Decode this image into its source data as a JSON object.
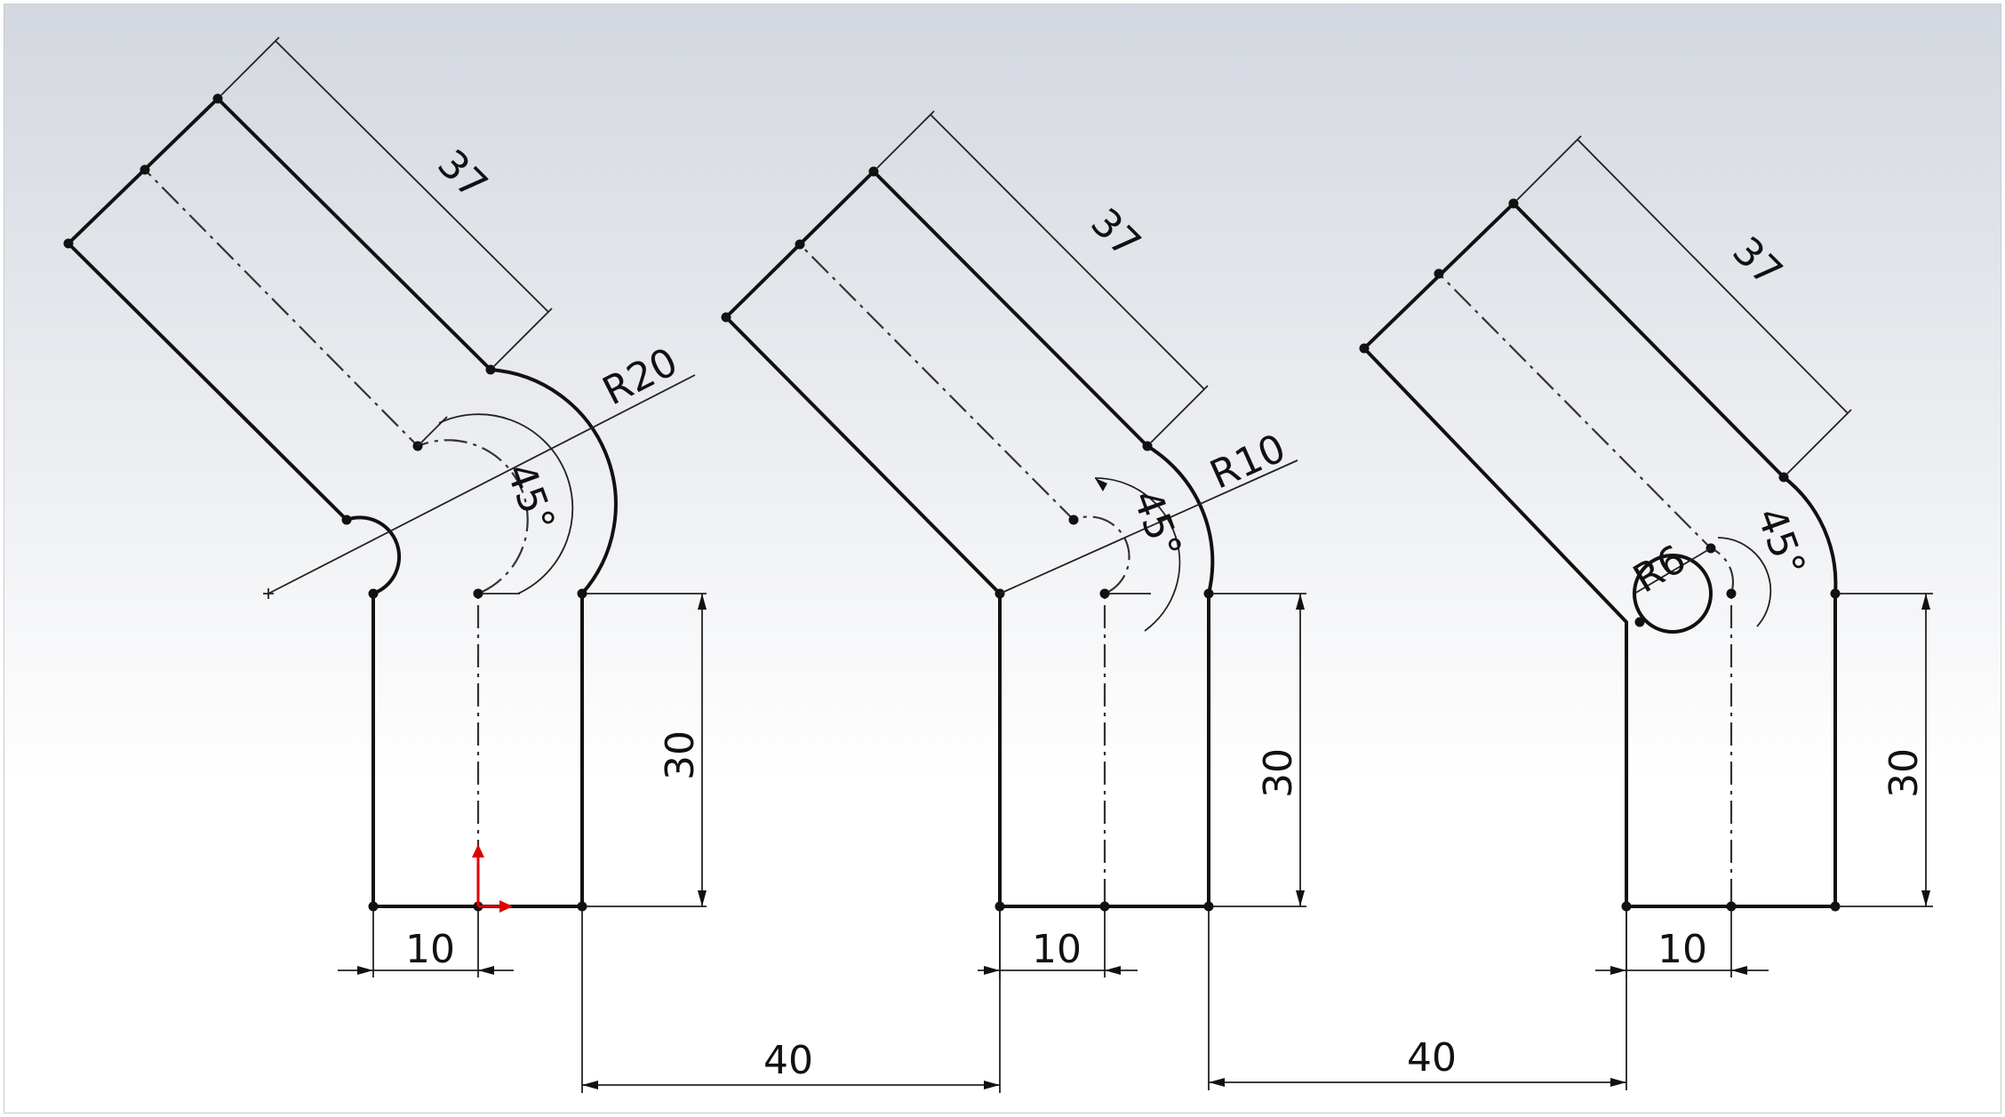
{
  "sketch_views": [
    {
      "bend_radius_label": "R20",
      "bend_angle_label": "45°",
      "straight_length_label": "37",
      "leg_height_label": "30",
      "leg_width_label": "10",
      "origin_marker": true
    },
    {
      "bend_radius_label": "R10",
      "bend_angle_label": "45°",
      "straight_length_label": "37",
      "leg_height_label": "30",
      "leg_width_label": "10",
      "origin_marker": false
    },
    {
      "bend_radius_label": "R6",
      "bend_angle_label": "45°",
      "straight_length_label": "37",
      "leg_height_label": "30",
      "leg_width_label": "10",
      "origin_marker": false
    }
  ],
  "spacing_labels": [
    "40",
    "40"
  ],
  "colors": {
    "background_top": "#d3d7df",
    "background_bottom": "#ffffff",
    "geometry": "#111111",
    "origin_axes": "#e00000"
  }
}
